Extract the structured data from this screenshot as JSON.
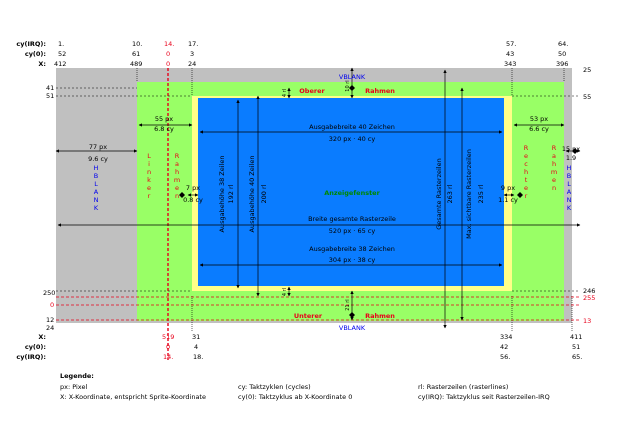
{
  "header_rows": {
    "labels": [
      "cy(IRQ):",
      "cy(0):",
      "X:"
    ],
    "top": [
      [
        "1.",
        "10.",
        "14.",
        "17.",
        "57.",
        "64."
      ],
      [
        "52",
        "61",
        "0",
        "3",
        "43",
        "50"
      ],
      [
        "412",
        "489",
        "0",
        "24",
        "343",
        "396"
      ]
    ],
    "bottom_labels": [
      "X:",
      "cy(0):",
      "cy(IRQ):"
    ],
    "bottom": [
      [
        "519",
        "31",
        "334",
        "411"
      ],
      [
        "0",
        "4",
        "42",
        "51"
      ],
      [
        "14.",
        "18.",
        "56.",
        "65."
      ]
    ]
  },
  "raster_lines": {
    "left": [
      "41",
      "51",
      "250",
      "0",
      "12",
      "24"
    ],
    "right": [
      "25",
      "55",
      "246",
      "255",
      "13"
    ]
  },
  "regions": {
    "vblank_top": "VBLANK",
    "vblank_bottom": "VBLANK",
    "hblank_left": "HBLANK",
    "hblank_right": "HBLANK",
    "upper_border": [
      "Oberer",
      "Rahmen"
    ],
    "lower_border": [
      "Unterer",
      "Rahmen"
    ],
    "left_border": "Linker Rahmen",
    "right_border": "Rechter Rahmen",
    "display_window": "Anzeigefenster"
  },
  "measures": {
    "width40_title": "Ausgabebreite 40 Zeichen",
    "width40_value": "320 px · 40 cy",
    "width38_title": "Ausgabebreite 38 Zeichen",
    "width38_value": "304 px · 38 cy",
    "total_title": "Breite gesamte Rasterzeile",
    "total_value": "520 px · 65 cy",
    "left_77": [
      "77 px",
      "9.6 cy"
    ],
    "left_55": [
      "55 px",
      "6.8 cy"
    ],
    "left_7": [
      "7 px",
      "0.8 cy"
    ],
    "right_53": [
      "53 px",
      "6.6 cy"
    ],
    "right_9": [
      "9 px",
      "1.1 cy"
    ],
    "right_15": [
      "15 px",
      "1.9"
    ],
    "height38": [
      "Ausgabehöhe 38 Zeilen",
      "192 rl"
    ],
    "height40": [
      "Ausgabehöhe 40 Zeilen",
      "200 rl"
    ],
    "total_lines": [
      "Gesamte Rasterzeilen",
      "263 rl"
    ],
    "visible_lines": [
      "Max. sichtbare Rasterzeilen",
      "235 rl"
    ],
    "top_4": "4 rl",
    "top_10": "10 rl",
    "bottom_4": "4 rl",
    "bottom_21": "21 rl"
  },
  "legend": {
    "title": "Legende:",
    "items": [
      "px: Pixel",
      "X: X-Koordinate, entspricht Sprite-Koordinate",
      "cy: Taktzyklen (cycles)",
      "cy(0): Taktzyklus ab X-Koordinate 0",
      "rl: Rasterzeilen (rasterlines)",
      "cy(IRQ): Taktzyklus seit Rasterzeilen-IRQ"
    ]
  },
  "colors": {
    "blank": "#c0c0c0",
    "border": "#99ff66",
    "display38": "#ffff88",
    "display40": "#0a7cff",
    "red": "#e8001a",
    "blue_text": "#0000ee",
    "green_text": "#008800"
  }
}
